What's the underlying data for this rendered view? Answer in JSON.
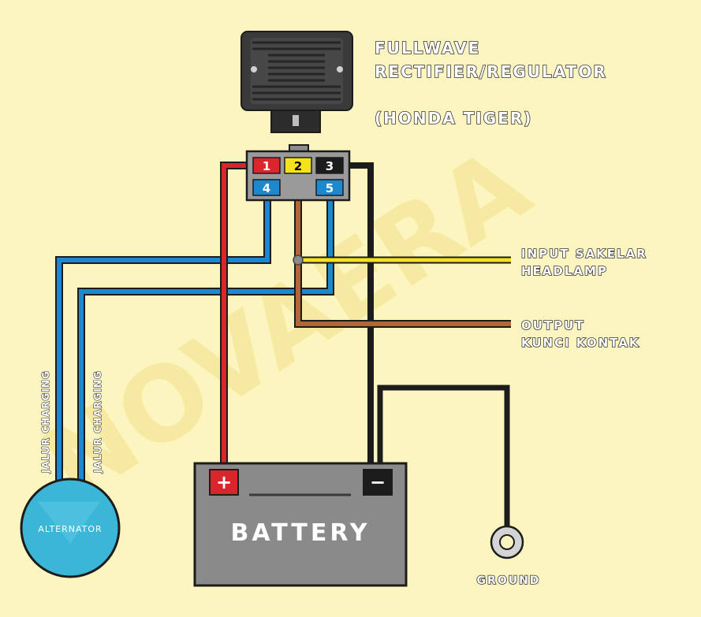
{
  "watermark": "NOVAERA",
  "regulator": {
    "title_line1": "FULLWAVE",
    "title_line2": "RECTIFIER/REGULATOR",
    "subtitle": "(HONDA TIGER)"
  },
  "connector": {
    "pins": [
      {
        "label": "1",
        "color": "#d9262b",
        "text_color": "#ffffff"
      },
      {
        "label": "2",
        "color": "#f5e21a",
        "text_color": "#000000"
      },
      {
        "label": "3",
        "color": "#1c1c1c",
        "text_color": "#ffffff"
      },
      {
        "label": "4",
        "color": "#1b88d0",
        "text_color": "#ffffff"
      },
      {
        "label": "5",
        "color": "#1b88d0",
        "text_color": "#ffffff"
      }
    ]
  },
  "labels": {
    "input_line1": "INPUT SAKELAR",
    "input_line2": "HEADLAMP",
    "output_line1": "OUTPUT",
    "output_line2": "KUNCI KONTAK",
    "charging_left": "JALUR CHARGING",
    "charging_right": "JALUR CHARGING",
    "ground": "GROUND"
  },
  "battery": {
    "label": "BATTERY",
    "plus": "+",
    "minus": "−"
  },
  "alternator": {
    "label": "ALTERNATOR"
  },
  "wire_colors": {
    "red": "#d9262b",
    "blue": "#1b88d0",
    "yellow": "#f5e21a",
    "brown": "#b5653a",
    "black": "#1c1c1c"
  }
}
